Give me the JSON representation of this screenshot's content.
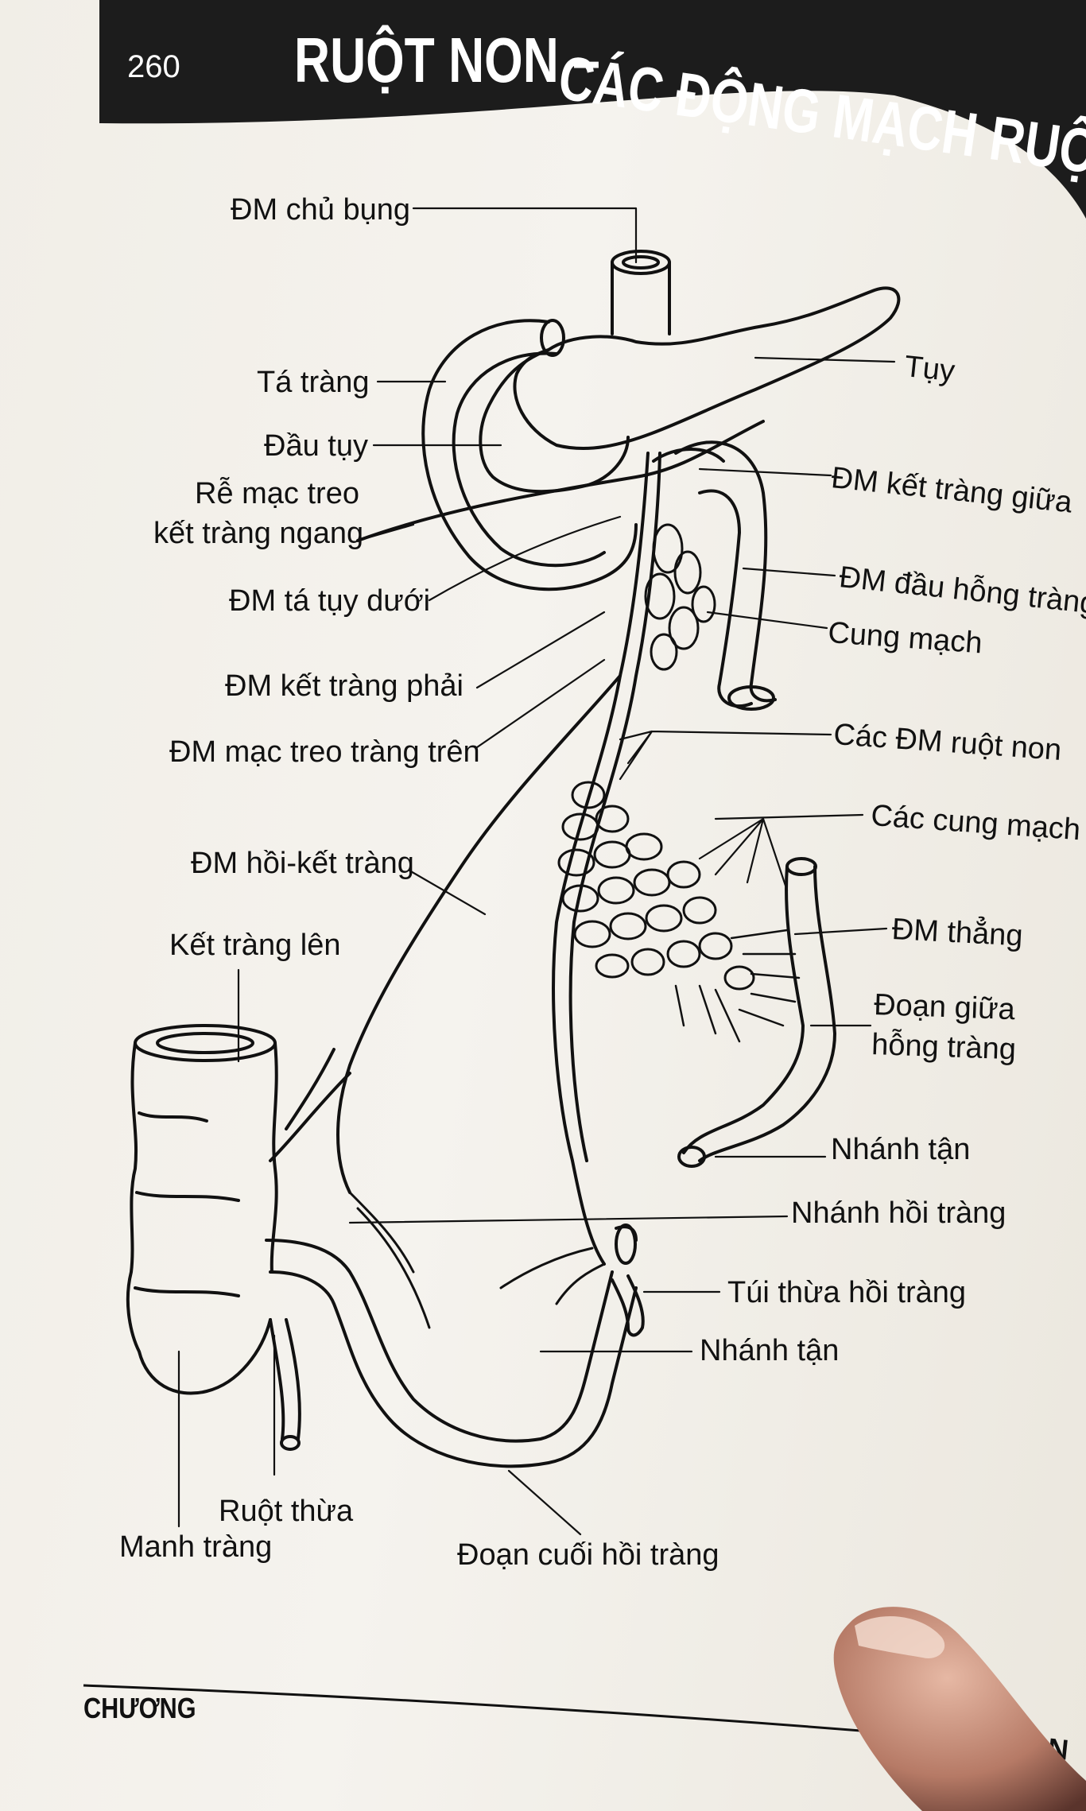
{
  "header": {
    "page_number": "260",
    "title_part1": "RUỘT NON –",
    "title_part2": "CÁC ĐỘNG MẠCH RUỘT NON"
  },
  "labels": {
    "celiac_trunk": "ĐM chủ bụng",
    "duodenum": "Tá tràng",
    "pancreas_head": "Đầu tụy",
    "transverse_mesocolon_line1": "Rễ mạc treo",
    "transverse_mesocolon_line2": "kết tràng ngang",
    "inferior_pancreaticoduodenal": "ĐM tá tụy dưới",
    "right_colic": "ĐM kết tràng phải",
    "superior_mesenteric": "ĐM mạc treo tràng trên",
    "ileocolic": "ĐM hồi-kết tràng",
    "ascending_colon": "Kết tràng lên",
    "appendix": "Ruột thừa",
    "cecum": "Manh tràng",
    "terminal_ileum": "Đoạn cuối hồi tràng",
    "pancreas": "Tụy",
    "middle_colic": "ĐM kết tràng giữa",
    "first_jejunal": "ĐM đầu hỗng tràng",
    "arcade": "Cung mạch",
    "intestinal_arteries": "Các ĐM ruột non",
    "arcades": "Các cung mạch",
    "vasa_recta": "ĐM thẳng",
    "mid_jejunum_line1": "Đoạn giữa",
    "mid_jejunum_line2": "hỗng tràng",
    "terminal_branch_upper": "Nhánh tận",
    "ileal_branch": "Nhánh hồi tràng",
    "meckel_diverticulum": "Túi thừa hồi tràng",
    "terminal_branch_lower": "Nhánh tận"
  },
  "footer": {
    "chapter": "CHƯƠNG",
    "right_fragment": "ON"
  },
  "colors": {
    "header_band": "#1c1c1c",
    "ink": "#111111",
    "paper": "#f3f0ea"
  }
}
